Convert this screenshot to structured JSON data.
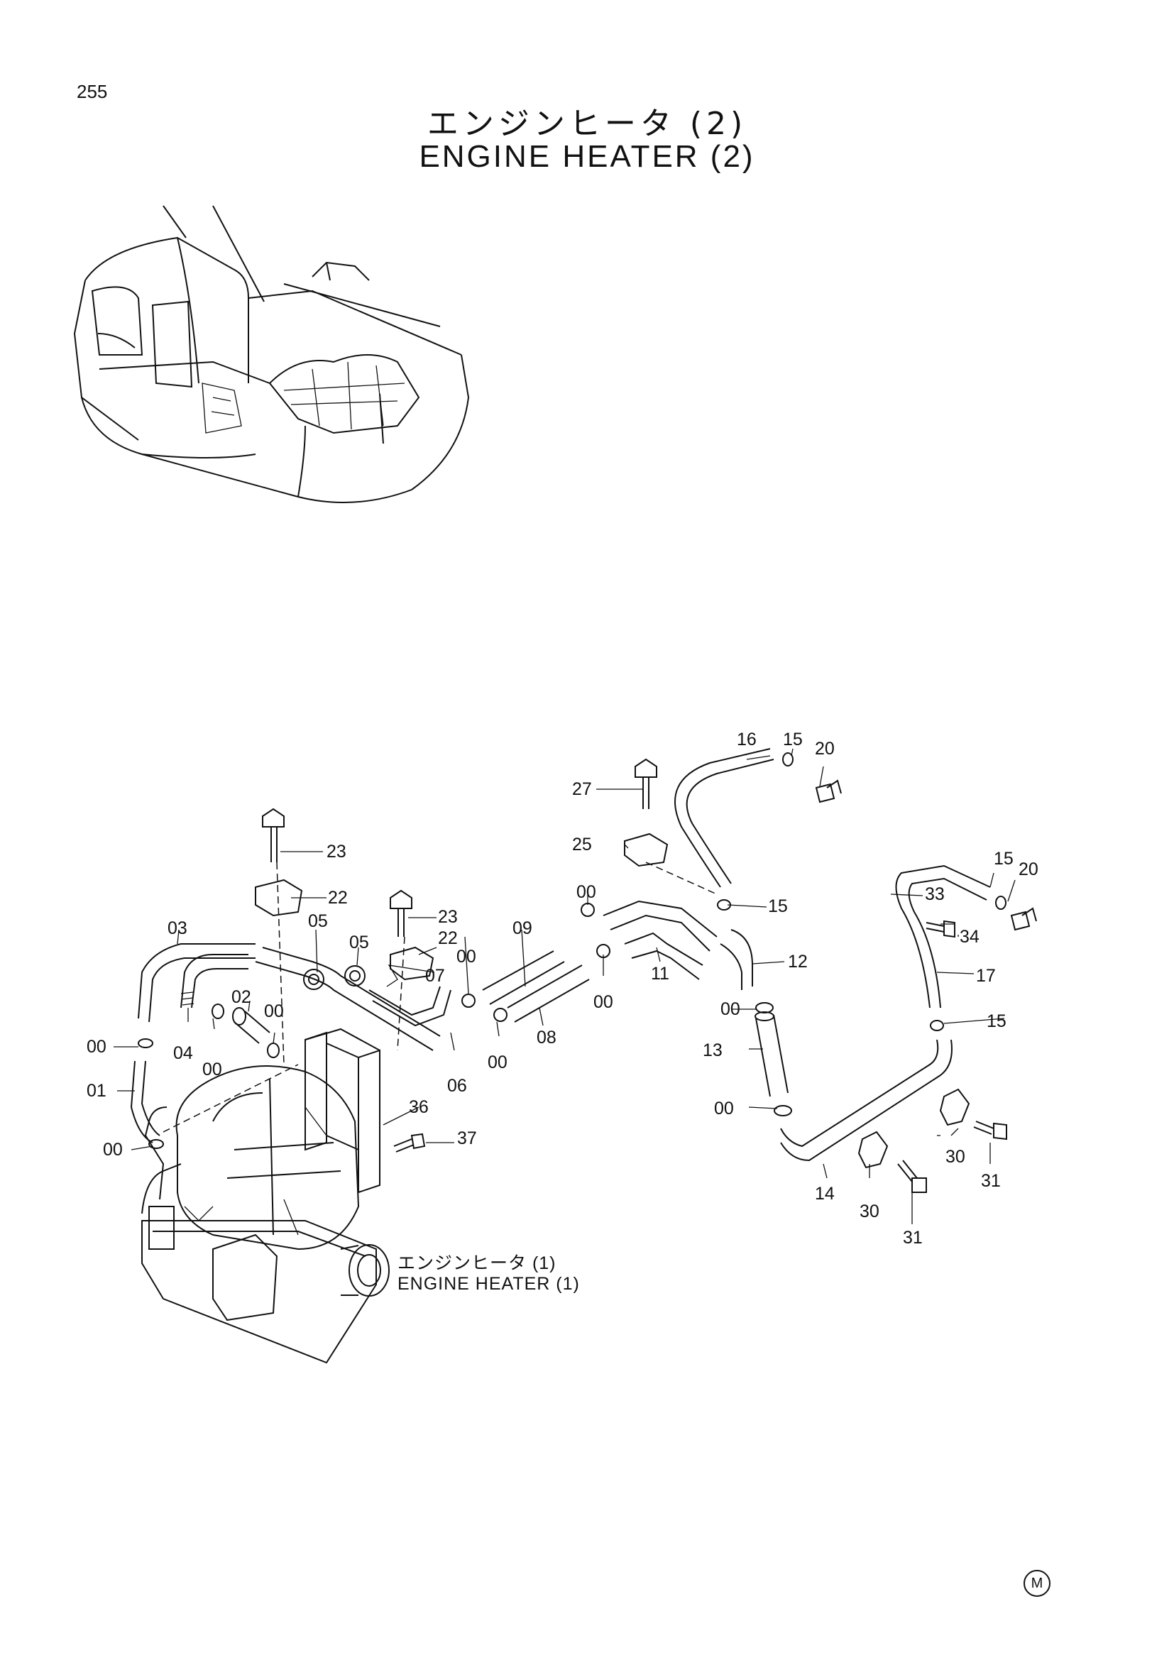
{
  "page": {
    "number": "255"
  },
  "title": {
    "jp": "エンジンヒータ (2)",
    "en": "ENGINE HEATER (2)"
  },
  "reference": {
    "jp": "エンジンヒータ (1)",
    "en": "ENGINE HEATER (1)"
  },
  "mark": "M",
  "callouts": {
    "c01": "01",
    "c02": "02",
    "c03": "03",
    "c04": "04",
    "c05a": "05",
    "c05b": "05",
    "c06": "06",
    "c07": "07",
    "c08": "08",
    "c09": "09",
    "c11": "11",
    "c12": "12",
    "c13": "13",
    "c14": "14",
    "c15a": "15",
    "c15b": "15",
    "c15c": "15",
    "c15d": "15",
    "c16": "16",
    "c17": "17",
    "c20a": "20",
    "c20b": "20",
    "c22a": "22",
    "c22b": "22",
    "c23a": "23",
    "c23b": "23",
    "c25": "25",
    "c27": "27",
    "c30a": "30",
    "c30b": "30",
    "c31a": "31",
    "c31b": "31",
    "c33": "33",
    "c34": "34",
    "c36": "36",
    "c37": "37",
    "c00a": "00",
    "c00b": "00",
    "c00c": "00",
    "c00d": "00",
    "c00e": "00",
    "c00f": "00",
    "c00g": "00",
    "c00h": "00",
    "c00i": "00",
    "c00j": "00"
  }
}
